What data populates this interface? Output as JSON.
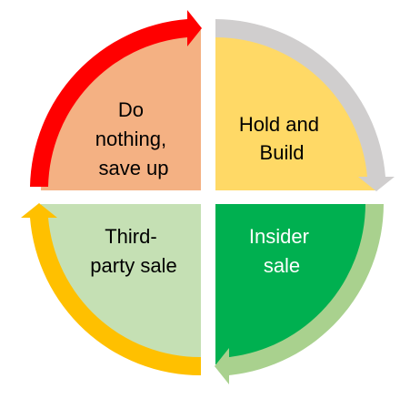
{
  "diagram": {
    "quadrants": [
      {
        "id": "top-left",
        "lines": [
          "Do",
          "nothing,",
          "save up"
        ],
        "fill": "#F4B183",
        "text_color": "#000000",
        "arrow_color": "#FF0000"
      },
      {
        "id": "top-right",
        "lines": [
          "Hold and",
          "Build"
        ],
        "fill": "#FFD966",
        "text_color": "#000000",
        "arrow_color": "#D0CECE"
      },
      {
        "id": "bottom-right",
        "lines": [
          "Insider",
          "sale"
        ],
        "fill": "#00B050",
        "text_color": "#FFFFFF",
        "arrow_color": "#A9D18E"
      },
      {
        "id": "bottom-left",
        "lines": [
          "Third-",
          "party sale"
        ],
        "fill": "#C5E0B4",
        "text_color": "#000000",
        "arrow_color": "#FFC000"
      }
    ]
  }
}
